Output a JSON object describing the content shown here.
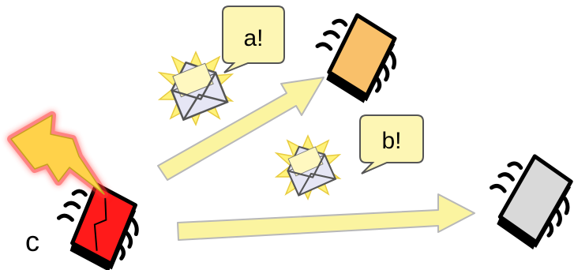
{
  "nodes": {
    "c": {
      "label": "c",
      "color": "#ff1a1a",
      "state": "struck-by-lightning"
    },
    "a": {
      "color": "#f9c06a"
    },
    "b": {
      "color": "#d9d9d9"
    }
  },
  "bubbles": {
    "a": {
      "text": "a!"
    },
    "b": {
      "text": "b!"
    }
  },
  "colors": {
    "arrow_fill": "#fbf4a0",
    "arrow_stroke": "#b8b8b8",
    "burst_fill": "#fff27a",
    "burst_stroke": "#e8cc40",
    "lightning_fill": "#ffd24a",
    "lightning_glow": "#ff3030",
    "envelope_fill": "#e6e6f5",
    "envelope_stroke": "#555555",
    "bubble_fill": "#fdf6b4",
    "chip_outline": "#000000"
  },
  "icons": [
    "chip-icon",
    "lightning-icon",
    "envelope-icon",
    "burst-icon",
    "speech-bubble",
    "arrow"
  ]
}
